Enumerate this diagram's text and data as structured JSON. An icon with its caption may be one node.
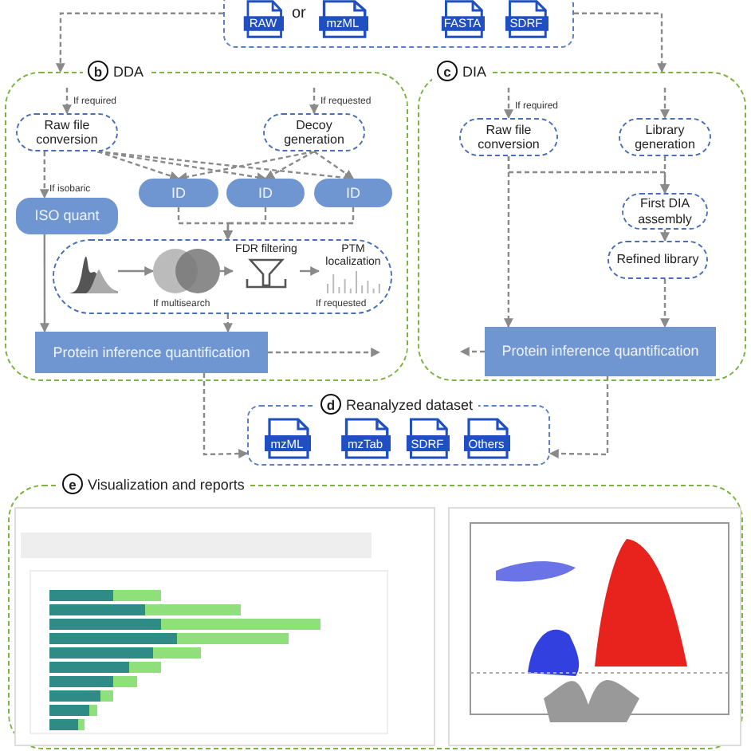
{
  "diagram": {
    "nodes": [
      {
        "text": [],
        "shape": "box"
      },
      {
        "text": [
          "RAW"
        ],
        "in": 0
      },
      {
        "text": [
          "mzML"
        ],
        "in": 0
      },
      {
        "text": [
          "FASTA"
        ],
        "in": 0
      },
      {
        "text": [
          "SDRF"
        ],
        "in": 0
      },
      {
        "text": [
          "b",
          "DDA"
        ]
      },
      {
        "text": [
          "Raw file conversion"
        ],
        "in": 5,
        "beside": [
          "If required"
        ]
      },
      {
        "text": [
          "Decoy generation"
        ],
        "in": 5,
        "beside": [
          "If requested"
        ]
      },
      {
        "text": [
          "ID"
        ],
        "in": 5
      },
      {
        "text": [
          "ID"
        ],
        "in": 5
      },
      {
        "text": [
          "ID"
        ],
        "in": 5
      },
      {
        "text": [
          "ISO quant"
        ],
        "in": 5,
        "beside": [
          "If isobaric"
        ]
      },
      {
        "text": [],
        "shape": "box",
        "in": 5
      },
      {
        "text": [],
        "shape": "picture",
        "in": 12
      },
      {
        "text": [],
        "shape": "circle",
        "in": 12,
        "beside": [
          "If multisearch"
        ]
      },
      {
        "text": [
          "FDR filtering"
        ],
        "in": 12
      },
      {
        "text": [
          "PTM localization"
        ],
        "in": 12,
        "beside": [
          "If requested"
        ]
      },
      {
        "text": [
          "Protein inference quantification"
        ],
        "in": 5
      },
      {
        "text": [
          "c",
          "DIA"
        ]
      },
      {
        "text": [
          "Raw file conversion"
        ],
        "in": 18,
        "beside": [
          "If required"
        ]
      },
      {
        "text": [
          "Library generation"
        ],
        "in": 18
      },
      {
        "text": [
          "First DIA assembly"
        ],
        "in": 18
      },
      {
        "text": [
          "Refined library"
        ],
        "in": 18
      },
      {
        "text": [
          "Protein inference quantification"
        ],
        "in": 18
      },
      {
        "text": [
          "d",
          "Reanalyzed dataset"
        ]
      },
      {
        "text": [
          "mzML"
        ],
        "in": 24
      },
      {
        "text": [
          "mzTab"
        ],
        "in": 24
      },
      {
        "text": [
          "SDRF"
        ],
        "in": 24
      },
      {
        "text": [
          "Others"
        ],
        "in": 24
      },
      {
        "text": [
          "e",
          "Visualization and reports"
        ]
      },
      {
        "text": [],
        "shape": "picture",
        "in": 29
      },
      {
        "text": [],
        "shape": "picture",
        "in": 29
      }
    ],
    "edges": [
      {
        "from": 0,
        "to": 5,
        "arrow": "to",
        "style": "dashed"
      },
      {
        "from": 0,
        "to": 18,
        "arrow": "to",
        "style": "dashed"
      },
      {
        "from": null,
        "to": 6,
        "arrow": "to",
        "style": "dashed"
      },
      {
        "from": null,
        "to": 7,
        "arrow": "to",
        "style": "dashed"
      },
      {
        "from": null,
        "to": 19,
        "arrow": "to",
        "style": "dashed"
      },
      {
        "from": null,
        "to": 20,
        "arrow": "to",
        "style": "dashed"
      },
      {
        "from": 6,
        "to": 8,
        "arrow": "to",
        "style": "dashed"
      },
      {
        "from": 6,
        "to": 9,
        "arrow": "to",
        "style": "dashed"
      },
      {
        "from": 6,
        "to": 10,
        "arrow": "to",
        "style": "dashed"
      },
      {
        "from": 7,
        "to": 8,
        "arrow": "to",
        "style": "dashed"
      },
      {
        "from": 7,
        "to": 9,
        "arrow": "to",
        "style": "dashed"
      },
      {
        "from": 7,
        "to": 10,
        "arrow": "to",
        "style": "dashed"
      },
      {
        "from": 6,
        "to": 11,
        "arrow": "to",
        "style": "dashed"
      },
      {
        "from": 8,
        "to": 12,
        "arrow": "to",
        "style": "dashed"
      },
      {
        "from": 9,
        "to": 12,
        "arrow": "to",
        "style": "dashed"
      },
      {
        "from": 10,
        "to": 12,
        "arrow": "to",
        "style": "dashed"
      },
      {
        "from": 13,
        "to": 14,
        "arrow": "to"
      },
      {
        "from": 14,
        "to": 15,
        "arrow": "to"
      },
      {
        "from": 15,
        "to": 16,
        "arrow": "to"
      },
      {
        "from": 11,
        "to": 17,
        "arrow": "to"
      },
      {
        "from": 12,
        "to": 17,
        "arrow": "to",
        "style": "dashed"
      },
      {
        "from": 17,
        "to": null,
        "arrow": "to",
        "style": "dashed"
      },
      {
        "from": 23,
        "to": null,
        "arrow": "to",
        "style": "dashed"
      },
      {
        "from": 19,
        "to": 21,
        "arrow": "to",
        "style": "dashed"
      },
      {
        "from": 19,
        "to": 23,
        "arrow": "to",
        "style": "dashed"
      },
      {
        "from": 20,
        "to": 21,
        "arrow": "to",
        "style": "dashed"
      },
      {
        "from": 21,
        "to": 22,
        "arrow": "to",
        "style": "dashed"
      },
      {
        "from": 22,
        "to": 23,
        "arrow": "to",
        "style": "dashed"
      },
      {
        "from": 17,
        "to": 24,
        "arrow": "to",
        "style": "dashed"
      },
      {
        "from": 23,
        "to": 24,
        "arrow": "to",
        "style": "dashed"
      }
    ],
    "labels": [
      "or"
    ]
  }
}
